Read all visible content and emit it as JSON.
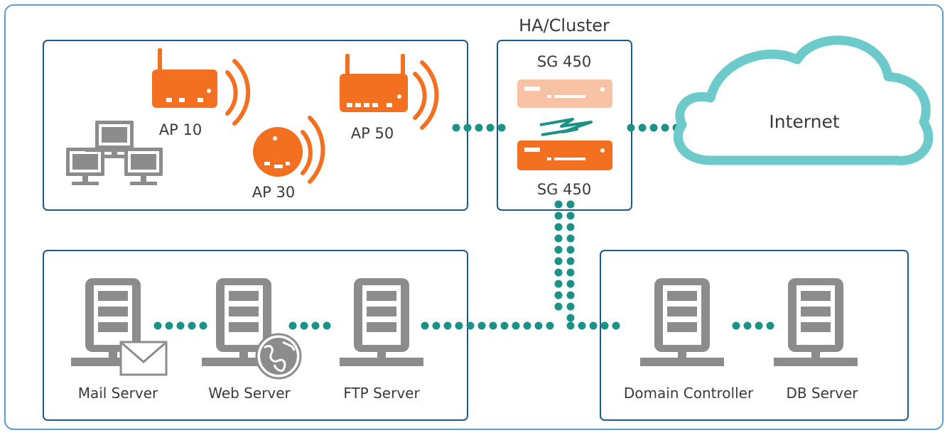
{
  "cluster": {
    "title": "HA/Cluster",
    "primary_label": "SG 450",
    "secondary_label": "SG 450"
  },
  "wireless": {
    "ap10_label": "AP 10",
    "ap30_label": "AP 30",
    "ap50_label": "AP 50"
  },
  "cloud": {
    "label": "Internet"
  },
  "dmz": {
    "mail_label": "Mail Server",
    "web_label": "Web Server",
    "ftp_label": "FTP Server"
  },
  "internal": {
    "dc_label": "Domain Controller",
    "db_label": "DB Server"
  },
  "colors": {
    "frame": "#1a5a8c",
    "outer_frame": "#5b9fd0",
    "orange": "#f37021",
    "light_orange": "#f8c3a4",
    "teal": "#1b9188",
    "cloud": "#6ccaca",
    "gray": "#8c8c8c"
  }
}
